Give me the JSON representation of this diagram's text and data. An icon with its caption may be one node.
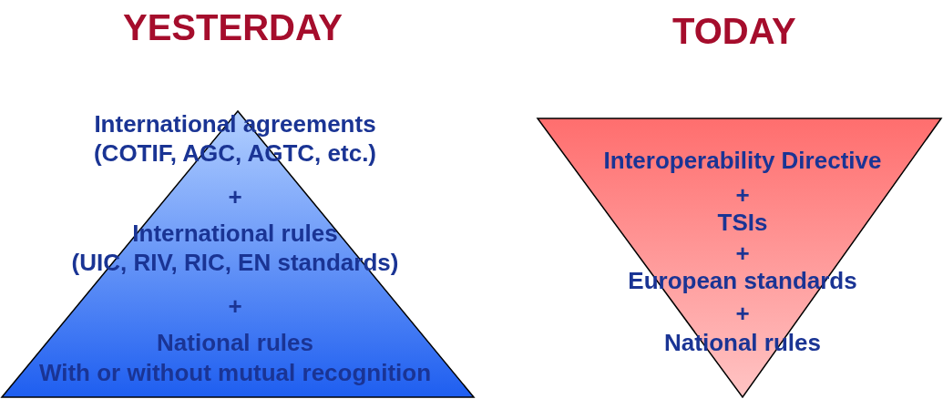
{
  "diagram": {
    "nodes": [
      {
        "text": [
          "International agreements (COTIF, AGC, AGTC, etc.)",
          "+",
          "International rules (UIC, RIV, RIC, EN standards)",
          "+",
          "National rules",
          "With or without mutual recognition"
        ]
      },
      {
        "text": [
          "Interoperability Directive",
          "+",
          "TSIs",
          "+",
          "European standards",
          "+",
          "National rules"
        ]
      }
    ],
    "labels": [
      "YESTERDAY",
      "TODAY"
    ]
  }
}
